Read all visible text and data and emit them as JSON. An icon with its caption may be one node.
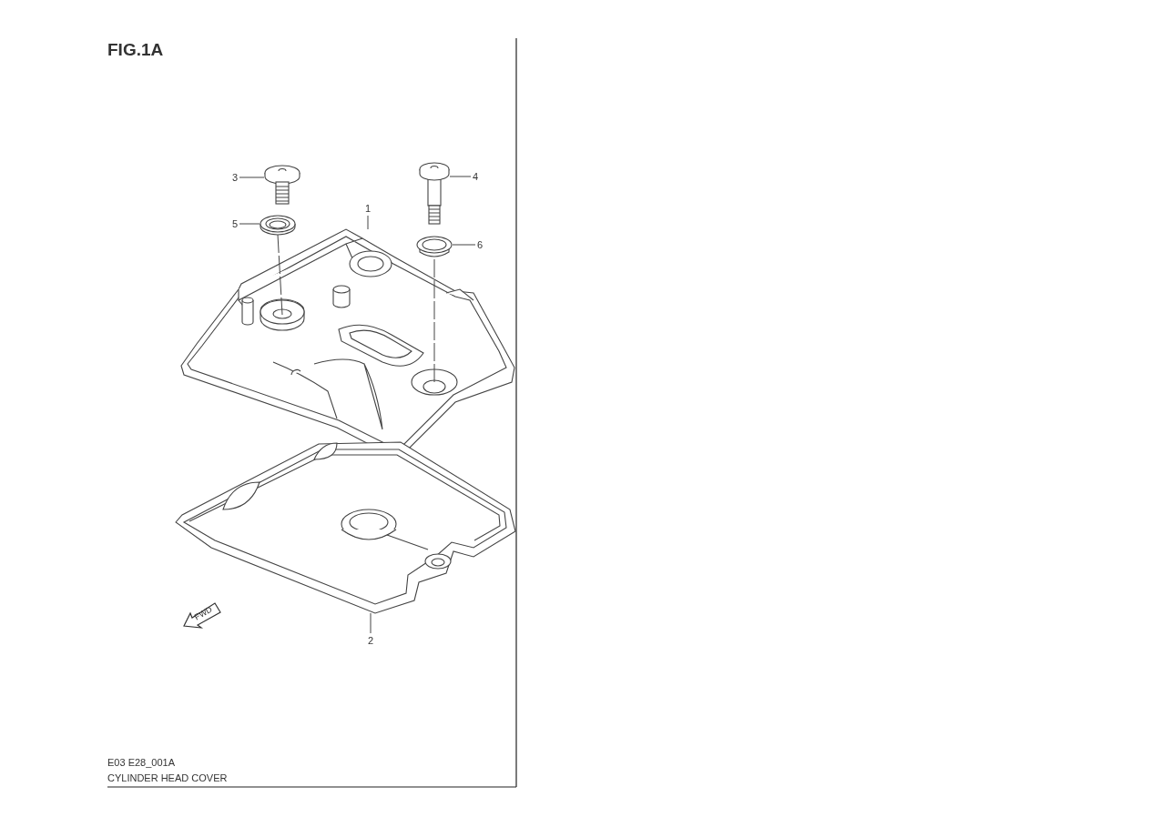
{
  "diagram": {
    "title": "FIG.1A",
    "nodes": [
      {
        "text": [
          "3"
        ]
      },
      {
        "text": [],
        "shape": "picture"
      },
      {
        "text": [
          "4"
        ]
      },
      {
        "text": [],
        "shape": "picture"
      },
      {
        "text": [
          "1"
        ]
      },
      {
        "text": [
          "5"
        ]
      },
      {
        "text": [],
        "shape": "picture"
      },
      {
        "text": [
          "6"
        ]
      },
      {
        "text": [],
        "shape": "picture"
      },
      {
        "text": [],
        "shape": "picture"
      },
      {
        "text": [
          "2"
        ]
      },
      {
        "text": [],
        "shape": "picture"
      }
    ],
    "edges": [
      {
        "from": 0,
        "to": 1,
        "arrow": "none"
      },
      {
        "from": 2,
        "to": 3,
        "arrow": "none"
      },
      {
        "from": 4,
        "to": 9,
        "arrow": "none"
      },
      {
        "from": 5,
        "to": 6,
        "arrow": "none"
      },
      {
        "from": 7,
        "to": 8,
        "arrow": "none"
      },
      {
        "from": 10,
        "to": 11,
        "arrow": "none"
      },
      {
        "from": 6,
        "to": 9,
        "arrow": "none",
        "style": "dashed"
      },
      {
        "from": 8,
        "to": 9,
        "arrow": "none",
        "style": "dashed"
      }
    ],
    "labels": [
      "FWD",
      "E03 E28_001A",
      "CYLINDER HEAD COVER"
    ]
  }
}
